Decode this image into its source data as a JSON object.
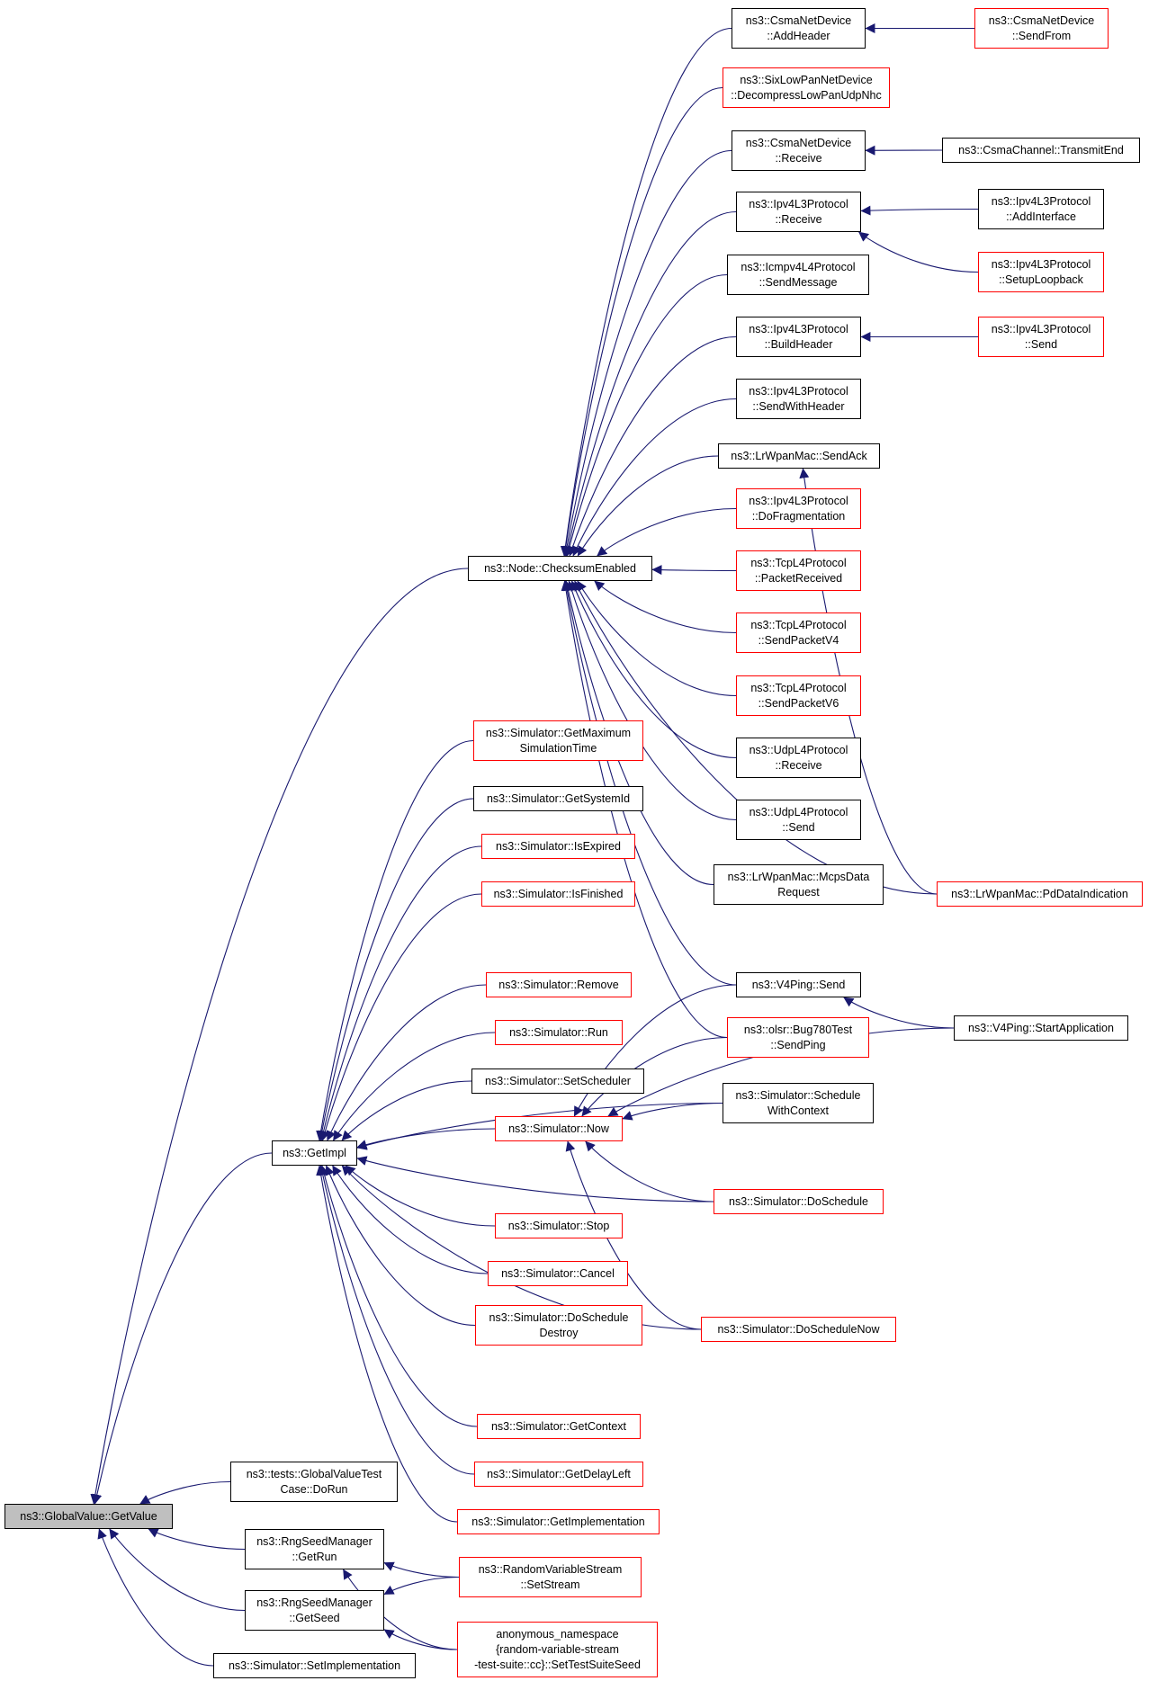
{
  "graph": {
    "nodes": [
      {
        "id": "gv",
        "label": "ns3::GlobalValue::GetValue",
        "root": true
      },
      {
        "id": "getimpl",
        "label": "ns3::GetImpl"
      },
      {
        "id": "checksum",
        "label": "ns3::Node::ChecksumEnabled"
      },
      {
        "id": "csma_addheader",
        "label": "ns3::CsmaNetDevice\n::AddHeader"
      },
      {
        "id": "csma_sendfrom",
        "label": "ns3::CsmaNetDevice\n::SendFrom",
        "red": true
      },
      {
        "id": "sixlowpan",
        "label": "ns3::SixLowPanNetDevice\n::DecompressLowPanUdpNhc",
        "red": true
      },
      {
        "id": "csma_receive",
        "label": "ns3::CsmaNetDevice\n::Receive"
      },
      {
        "id": "csmachannel",
        "label": "ns3::CsmaChannel::TransmitEnd"
      },
      {
        "id": "ipv4_receive",
        "label": "ns3::Ipv4L3Protocol\n::Receive"
      },
      {
        "id": "ipv4_addif",
        "label": "ns3::Ipv4L3Protocol\n::AddInterface"
      },
      {
        "id": "ipv4_loopback",
        "label": "ns3::Ipv4L3Protocol\n::SetupLoopback",
        "red": true
      },
      {
        "id": "icmp_send",
        "label": "ns3::Icmpv4L4Protocol\n::SendMessage"
      },
      {
        "id": "ipv4_buildheader",
        "label": "ns3::Ipv4L3Protocol\n::BuildHeader"
      },
      {
        "id": "ipv4_send",
        "label": "ns3::Ipv4L3Protocol\n::Send",
        "red": true
      },
      {
        "id": "ipv4_sendwithheader",
        "label": "ns3::Ipv4L3Protocol\n::SendWithHeader"
      },
      {
        "id": "lrwpan_sendack",
        "label": "ns3::LrWpanMac::SendAck"
      },
      {
        "id": "ipv4_frag",
        "label": "ns3::Ipv4L3Protocol\n::DoFragmentation",
        "red": true
      },
      {
        "id": "tcp_packetreceived",
        "label": "ns3::TcpL4Protocol\n::PacketReceived",
        "red": true
      },
      {
        "id": "tcp_sendv4",
        "label": "ns3::TcpL4Protocol\n::SendPacketV4",
        "red": true
      },
      {
        "id": "tcp_sendv6",
        "label": "ns3::TcpL4Protocol\n::SendPacketV6",
        "red": true
      },
      {
        "id": "udp_receive",
        "label": "ns3::UdpL4Protocol\n::Receive"
      },
      {
        "id": "udp_send",
        "label": "ns3::UdpL4Protocol\n::Send"
      },
      {
        "id": "lrwpan_mcps",
        "label": "ns3::LrWpanMac::McpsData\nRequest"
      },
      {
        "id": "lrwpan_pd",
        "label": "ns3::LrWpanMac::PdDataIndication",
        "red": true
      },
      {
        "id": "sim_getmax",
        "label": "ns3::Simulator::GetMaximum\nSimulationTime",
        "red": true
      },
      {
        "id": "sim_getsysid",
        "label": "ns3::Simulator::GetSystemId"
      },
      {
        "id": "sim_isexpired",
        "label": "ns3::Simulator::IsExpired",
        "red": true
      },
      {
        "id": "sim_isfinished",
        "label": "ns3::Simulator::IsFinished",
        "red": true
      },
      {
        "id": "sim_remove",
        "label": "ns3::Simulator::Remove",
        "red": true
      },
      {
        "id": "sim_run",
        "label": "ns3::Simulator::Run",
        "red": true
      },
      {
        "id": "sim_setsched",
        "label": "ns3::Simulator::SetScheduler"
      },
      {
        "id": "sim_now",
        "label": "ns3::Simulator::Now",
        "red": true
      },
      {
        "id": "v4ping_send",
        "label": "ns3::V4Ping::Send"
      },
      {
        "id": "v4ping_start",
        "label": "ns3::V4Ping::StartApplication"
      },
      {
        "id": "olsr_bug",
        "label": "ns3::olsr::Bug780Test\n::SendPing",
        "red": true
      },
      {
        "id": "sim_schedctx",
        "label": "ns3::Simulator::Schedule\nWithContext"
      },
      {
        "id": "sim_dosched",
        "label": "ns3::Simulator::DoSchedule",
        "red": true
      },
      {
        "id": "sim_stop",
        "label": "ns3::Simulator::Stop",
        "red": true
      },
      {
        "id": "sim_cancel",
        "label": "ns3::Simulator::Cancel",
        "red": true
      },
      {
        "id": "sim_doscheddestroy",
        "label": "ns3::Simulator::DoSchedule\nDestroy",
        "red": true
      },
      {
        "id": "sim_doschednow",
        "label": "ns3::Simulator::DoScheduleNow",
        "red": true
      },
      {
        "id": "sim_getctx",
        "label": "ns3::Simulator::GetContext",
        "red": true
      },
      {
        "id": "sim_getdelay",
        "label": "ns3::Simulator::GetDelayLeft",
        "red": true
      },
      {
        "id": "sim_getimpl",
        "label": "ns3::Simulator::GetImplementation",
        "red": true
      },
      {
        "id": "gvtest",
        "label": "ns3::tests::GlobalValueTest\nCase::DoRun"
      },
      {
        "id": "rng_getrun",
        "label": "ns3::RngSeedManager\n::GetRun"
      },
      {
        "id": "rng_getseed",
        "label": "ns3::RngSeedManager\n::GetSeed"
      },
      {
        "id": "rvs_setstream",
        "label": "ns3::RandomVariableStream\n::SetStream",
        "red": true
      },
      {
        "id": "anon_seed",
        "label": "anonymous_namespace\n{random-variable-stream\n-test-suite::cc}::SetTestSuiteSeed",
        "red": true
      },
      {
        "id": "sim_setimpl",
        "label": "ns3::Simulator::SetImplementation"
      }
    ],
    "edges": [
      [
        "checksum",
        "gv"
      ],
      [
        "getimpl",
        "gv"
      ],
      [
        "gvtest",
        "gv"
      ],
      [
        "rng_getrun",
        "gv"
      ],
      [
        "rng_getseed",
        "gv"
      ],
      [
        "sim_setimpl",
        "gv"
      ],
      [
        "csma_addheader",
        "checksum"
      ],
      [
        "sixlowpan",
        "checksum"
      ],
      [
        "csma_receive",
        "checksum"
      ],
      [
        "ipv4_receive",
        "checksum"
      ],
      [
        "icmp_send",
        "checksum"
      ],
      [
        "ipv4_buildheader",
        "checksum"
      ],
      [
        "ipv4_sendwithheader",
        "checksum"
      ],
      [
        "lrwpan_sendack",
        "checksum"
      ],
      [
        "ipv4_frag",
        "checksum"
      ],
      [
        "tcp_packetreceived",
        "checksum"
      ],
      [
        "tcp_sendv4",
        "checksum"
      ],
      [
        "tcp_sendv6",
        "checksum"
      ],
      [
        "udp_receive",
        "checksum"
      ],
      [
        "udp_send",
        "checksum"
      ],
      [
        "lrwpan_mcps",
        "checksum"
      ],
      [
        "lrwpan_pd",
        "checksum"
      ],
      [
        "v4ping_send",
        "checksum"
      ],
      [
        "olsr_bug",
        "checksum"
      ],
      [
        "csma_sendfrom",
        "csma_addheader"
      ],
      [
        "csmachannel",
        "csma_receive"
      ],
      [
        "ipv4_addif",
        "ipv4_receive"
      ],
      [
        "ipv4_loopback",
        "ipv4_receive"
      ],
      [
        "ipv4_send",
        "ipv4_buildheader"
      ],
      [
        "lrwpan_pd",
        "lrwpan_sendack"
      ],
      [
        "v4ping_start",
        "v4ping_send"
      ],
      [
        "sim_getmax",
        "getimpl"
      ],
      [
        "sim_getsysid",
        "getimpl"
      ],
      [
        "sim_isexpired",
        "getimpl"
      ],
      [
        "sim_isfinished",
        "getimpl"
      ],
      [
        "sim_schedctx",
        "getimpl"
      ],
      [
        "sim_remove",
        "getimpl"
      ],
      [
        "sim_run",
        "getimpl"
      ],
      [
        "sim_setsched",
        "getimpl"
      ],
      [
        "sim_now",
        "getimpl"
      ],
      [
        "sim_dosched",
        "getimpl"
      ],
      [
        "sim_stop",
        "getimpl"
      ],
      [
        "sim_cancel",
        "getimpl"
      ],
      [
        "sim_doscheddestroy",
        "getimpl"
      ],
      [
        "sim_doschednow",
        "getimpl"
      ],
      [
        "sim_getctx",
        "getimpl"
      ],
      [
        "sim_getdelay",
        "getimpl"
      ],
      [
        "sim_getimpl",
        "getimpl"
      ],
      [
        "v4ping_send",
        "sim_now"
      ],
      [
        "olsr_bug",
        "sim_now"
      ],
      [
        "sim_schedctx",
        "sim_now"
      ],
      [
        "v4ping_start",
        "sim_now"
      ],
      [
        "sim_dosched",
        "sim_now"
      ],
      [
        "sim_doschednow",
        "sim_now"
      ],
      [
        "rvs_setstream",
        "rng_getrun"
      ],
      [
        "anon_seed",
        "rng_getrun"
      ],
      [
        "rvs_setstream",
        "rng_getseed"
      ],
      [
        "anon_seed",
        "rng_getseed"
      ]
    ]
  }
}
